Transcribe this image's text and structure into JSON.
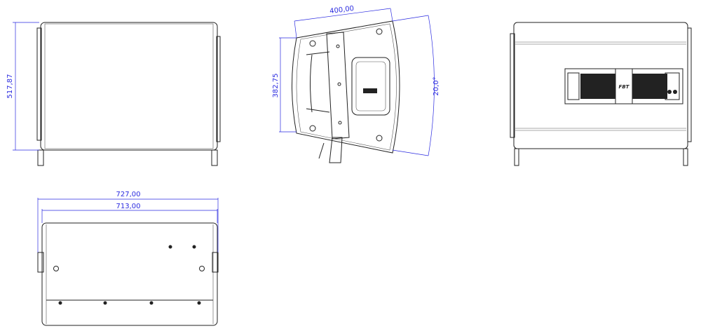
{
  "drawing": {
    "views": [
      "side-view",
      "array-side-view",
      "rear-view",
      "top-view"
    ],
    "dimensions": {
      "height": "517,87",
      "array_width": "400,00",
      "array_height": "382,75",
      "angle": "20,0°",
      "overall_width": "727,00",
      "body_width": "713,00"
    },
    "logo": "FBT",
    "colors": {
      "line": "#222222",
      "dimension": "#2a2ae0"
    }
  }
}
